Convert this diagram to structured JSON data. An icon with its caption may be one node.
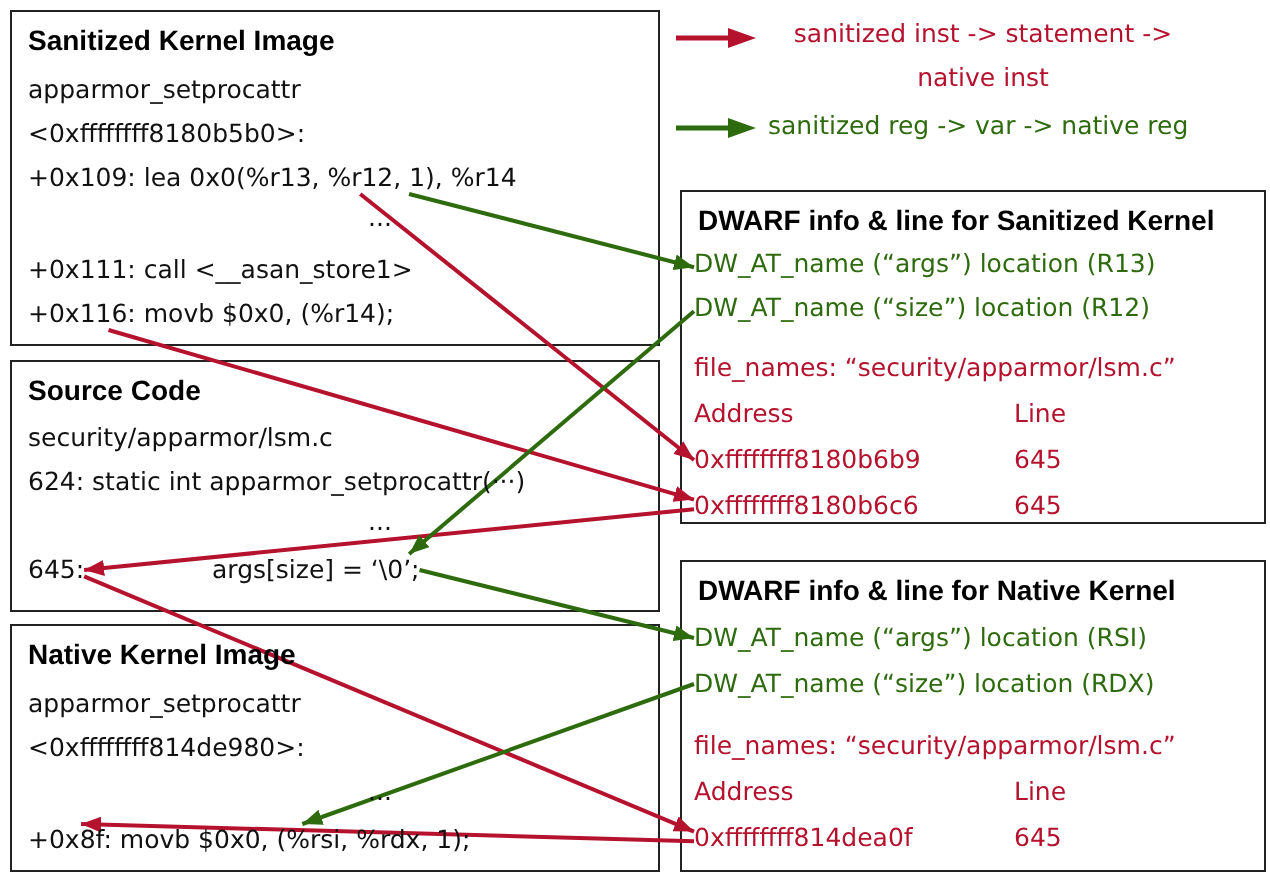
{
  "diagram": {
    "nodes": [
      {
        "text": [
          "Sanitized Kernel Image"
        ]
      },
      {
        "text": [
          "apparmor_setprocattr"
        ],
        "in": 0
      },
      {
        "text": [
          "<0xffffffff8180b5b0>:"
        ],
        "in": 0
      },
      {
        "text": [
          "+0x109: lea 0x0(%r13, %r12, 1), %r14"
        ],
        "in": 0
      },
      {
        "text": [
          "..."
        ],
        "in": 0
      },
      {
        "text": [
          "+0x111: call <__asan_store1>"
        ],
        "in": 0
      },
      {
        "text": [
          "+0x116: movb $0x0, (%r14);"
        ],
        "in": 0
      },
      {
        "text": [
          "Source Code"
        ]
      },
      {
        "text": [
          "security/apparmor/lsm.c"
        ],
        "in": 7
      },
      {
        "text": [
          "624: static int apparmor_setprocattr(···)"
        ],
        "in": 7
      },
      {
        "text": [
          "..."
        ],
        "in": 7
      },
      {
        "text": [
          "645:"
        ],
        "in": 7
      },
      {
        "text": [
          "args[size] = ‘\\0’;"
        ],
        "in": 7
      },
      {
        "text": [
          "Native Kernel Image"
        ]
      },
      {
        "text": [
          "apparmor_setprocattr"
        ],
        "in": 13
      },
      {
        "text": [
          "<0xffffffff814de980>:"
        ],
        "in": 13
      },
      {
        "text": [
          "..."
        ],
        "in": 13
      },
      {
        "text": [
          "+0x8f: movb $0x0, (%rsi, %rdx, 1);"
        ],
        "in": 13
      },
      {
        "text": [
          "DWARF info & line for Sanitized Kernel"
        ]
      },
      {
        "text": [
          "DW_AT_name (“args”) location (R13)"
        ],
        "in": 18
      },
      {
        "text": [
          "DW_AT_name (“size”) location (R12)"
        ],
        "in": 18
      },
      {
        "text": [
          "file_names: “security/apparmor/lsm.c”"
        ],
        "in": 18
      },
      {
        "text": [
          "Address",
          "Line"
        ],
        "in": 18
      },
      {
        "text": [
          "0xffffffff8180b6b9",
          "645"
        ],
        "in": 18
      },
      {
        "text": [
          "0xffffffff8180b6c6",
          "645"
        ],
        "in": 18
      },
      {
        "text": [
          "DWARF info & line for Native Kernel"
        ]
      },
      {
        "text": [
          "DW_AT_name (“args”) location (RSI)"
        ],
        "in": 25
      },
      {
        "text": [
          "DW_AT_name (“size”) location (RDX)"
        ],
        "in": 25
      },
      {
        "text": [
          "file_names: “security/apparmor/lsm.c”"
        ],
        "in": 25
      },
      {
        "text": [
          "Address",
          "Line"
        ],
        "in": 25
      },
      {
        "text": [
          "0xffffffff814dea0f",
          "645"
        ],
        "in": 25
      }
    ],
    "edges": [
      {
        "from": 3,
        "to": 23,
        "arrow": "to",
        "color": "#b5122e"
      },
      {
        "from": 6,
        "to": 24,
        "arrow": "to",
        "color": "#b5122e"
      },
      {
        "from": 24,
        "to": 11,
        "arrow": "to",
        "color": "#b5122e"
      },
      {
        "from": 11,
        "to": 30,
        "arrow": "to",
        "color": "#b5122e"
      },
      {
        "from": 30,
        "to": 17,
        "arrow": "to",
        "color": "#b5122e"
      },
      {
        "from": 3,
        "to": 19,
        "arrow": "to",
        "color": "#2e6b0e"
      },
      {
        "from": 20,
        "to": 12,
        "arrow": "to",
        "color": "#2e6b0e"
      },
      {
        "from": 12,
        "to": 26,
        "arrow": "to",
        "color": "#2e6b0e"
      },
      {
        "from": 27,
        "to": 17,
        "arrow": "to",
        "color": "#2e6b0e"
      }
    ],
    "legend": [
      {
        "text": "sanitized inst -> statement -> native inst"
      },
      {
        "text": "sanitized reg -> var -> native reg"
      }
    ]
  }
}
